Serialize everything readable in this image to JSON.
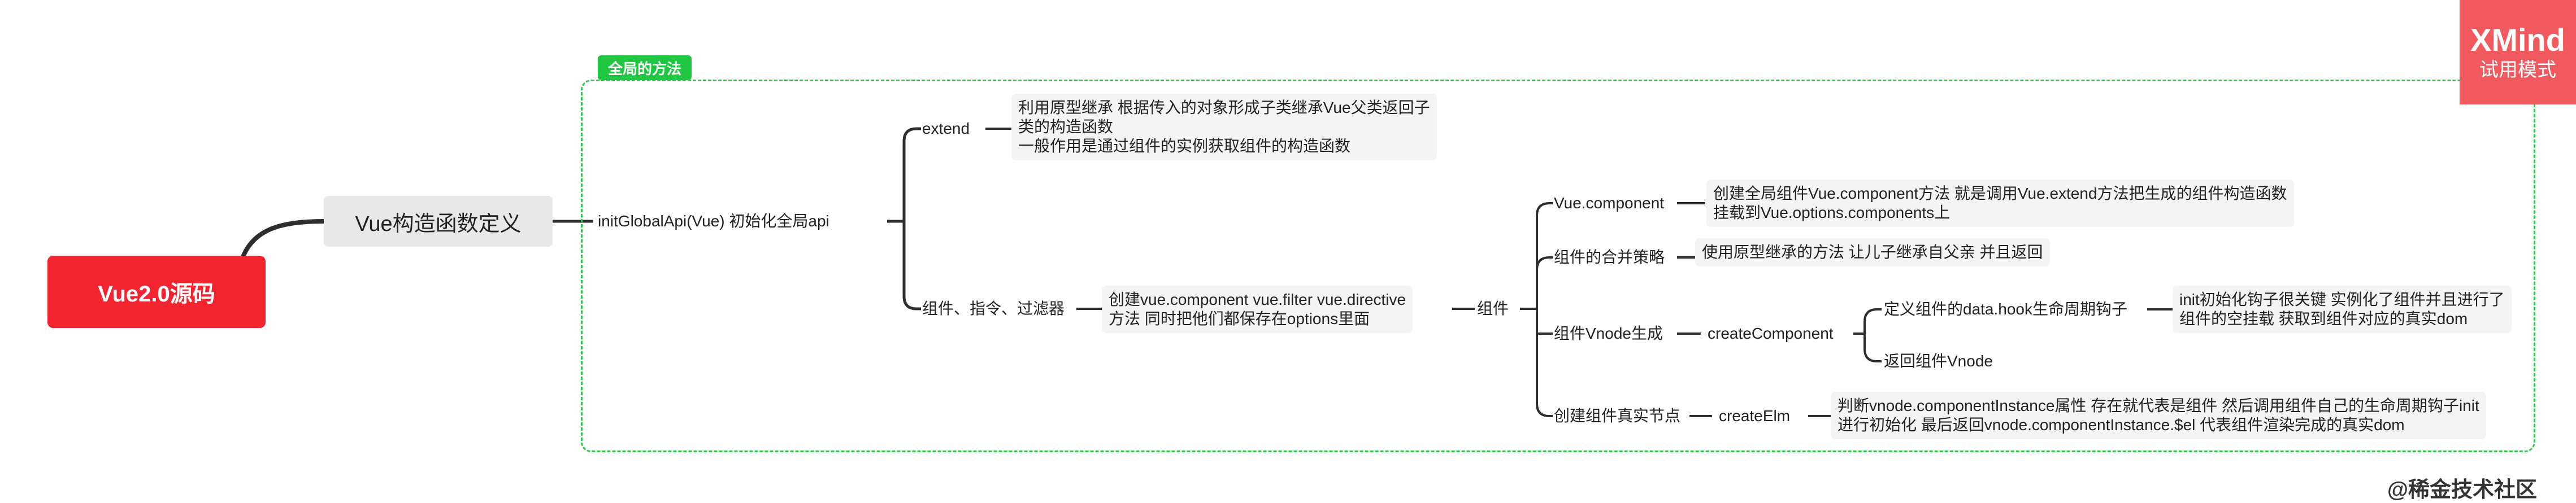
{
  "root": {
    "label": "Vue2.0源码"
  },
  "main": {
    "label": "Vue构造函数定义"
  },
  "group": {
    "tag": "全局的方法"
  },
  "init": {
    "label": "initGlobalApi(Vue) 初始化全局api"
  },
  "extend": {
    "label": "extend",
    "desc": [
      "利用原型继承  根据传入的对象形成子类继承Vue父类返回子",
      "类的构造函数",
      "一般作用是通过组件的实例获取组件的构造函数"
    ]
  },
  "components": {
    "label": "组件、指令、过滤器",
    "desc": [
      "创建vue.component vue.filter vue.directive",
      "方法 同时把他们都保存在options里面"
    ],
    "child": "组件"
  },
  "comp_children": {
    "vue_component": {
      "label": "Vue.component",
      "desc": [
        "创建全局组件Vue.component方法 就是调用Vue.extend方法把生成的组件构造函数",
        "挂载到Vue.options.components上"
      ]
    },
    "merge": {
      "label": "组件的合并策略",
      "desc": [
        "使用原型继承的方法 让儿子继承自父亲 并且返回"
      ]
    },
    "vnode": {
      "label": "组件Vnode生成",
      "child": "createComponent",
      "hook": "定义组件的data.hook生命周期钩子",
      "hook_desc": [
        "init初始化钩子很关键 实例化了组件并且进行了",
        "组件的空挂载 获取到组件对应的真实dom"
      ],
      "ret": "返回组件Vnode"
    },
    "real": {
      "label": "创建组件真实节点",
      "child": "createElm",
      "desc": [
        "判断vnode.componentInstance属性 存在就代表是组件 然后调用组件自己的生命周期钩子init",
        "进行初始化 最后返回vnode.componentInstance.$el 代表组件渲染完成的真实dom"
      ]
    }
  },
  "brand": {
    "name": "XMind",
    "sub": "试用模式"
  },
  "watermark": "@稀金技术社区",
  "colors": {
    "root": "#f2242f",
    "frame": "#30c64e",
    "brand": "#f05a5f"
  }
}
